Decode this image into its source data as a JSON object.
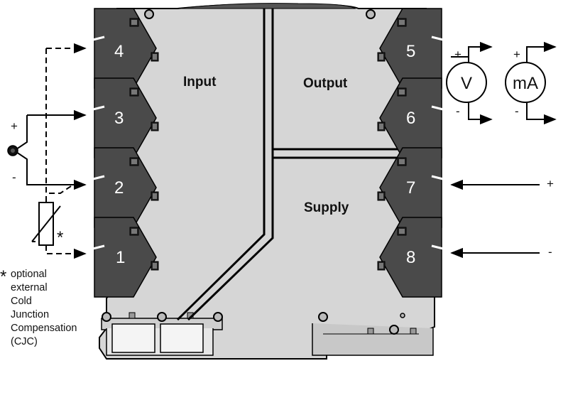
{
  "sections": {
    "input": "Input",
    "output": "Output",
    "supply": "Supply"
  },
  "terminals": {
    "t1": "1",
    "t2": "2",
    "t3": "3",
    "t4": "4",
    "t5": "5",
    "t6": "6",
    "t7": "7",
    "t8": "8"
  },
  "meters": {
    "voltage": "V",
    "current": "mA"
  },
  "signs": {
    "tc_plus": "+",
    "tc_minus": "-",
    "v_plus": "+",
    "v_minus": "-",
    "ma_plus": "+",
    "ma_minus": "-",
    "supply_plus": "+",
    "supply_minus": "-"
  },
  "note": {
    "marker": "*",
    "lines": [
      "optional",
      "external",
      "Cold",
      "Junction",
      "Compensation",
      "(CJC)"
    ]
  }
}
